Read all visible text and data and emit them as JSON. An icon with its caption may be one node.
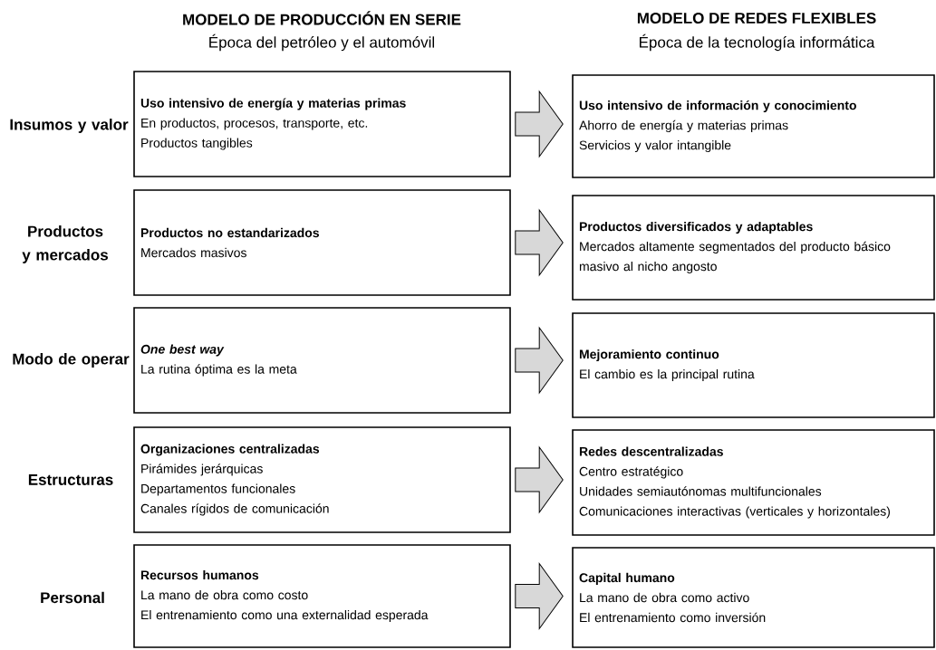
{
  "diagram": {
    "nodes": [
      {
        "text": [
          "Uso intensivo de energía y materias primas",
          "En productos, procesos, transporte, etc.",
          "Productos tangibles"
        ]
      },
      {
        "text": [
          "Productos no estandarizados",
          "Mercados masivos"
        ]
      },
      {
        "text": [
          "*One best way*",
          "La rutina óptima es la meta"
        ]
      },
      {
        "text": [
          "Organizaciones centralizadas",
          "Pirámides jerárquicas",
          "Departamentos funcionales",
          "Canales rígidos de comunicación"
        ]
      },
      {
        "text": [
          "Recursos humanos",
          "La mano de obra como costo",
          "El entrenamiento como una externalidad esperada"
        ]
      },
      {
        "text": [
          "Uso intensivo de información y conocimiento",
          "Ahorro de energía y materias primas",
          "Servicios y valor intangible"
        ]
      },
      {
        "text": [
          "Productos diversificados y adaptables",
          "Mercados altamente segmentados del producto básico masivo al nicho angosto"
        ]
      },
      {
        "text": [
          "Mejoramiento continuo",
          "El cambio es la principal rutina"
        ]
      },
      {
        "text": [
          "Redes descentralizadas",
          "Centro estratégico",
          "Unidades semiautónomas multifuncionales",
          "Comunicaciones interactivas (verticales y horizontales)"
        ]
      },
      {
        "text": [
          "Capital humano",
          "La mano de obra como activo",
          "El entrenamiento como inversión"
        ]
      }
    ],
    "edges": [
      {
        "from": 0,
        "to": 5,
        "arrow": "to"
      },
      {
        "from": 1,
        "to": 6,
        "arrow": "to"
      },
      {
        "from": 2,
        "to": 7,
        "arrow": "to"
      },
      {
        "from": 3,
        "to": 8,
        "arrow": "to"
      },
      {
        "from": 4,
        "to": 9,
        "arrow": "to"
      }
    ],
    "labels": [
      "MODELO DE PRODUCCIÓN EN SERIE",
      "Época del petróleo y el automóvil",
      "MODELO DE REDES FLEXIBLES",
      "Época de la tecnología informática",
      "Insumos y valor",
      "Productos y mercados",
      "Modo de operar",
      "Estructuras",
      "Personal"
    ]
  }
}
